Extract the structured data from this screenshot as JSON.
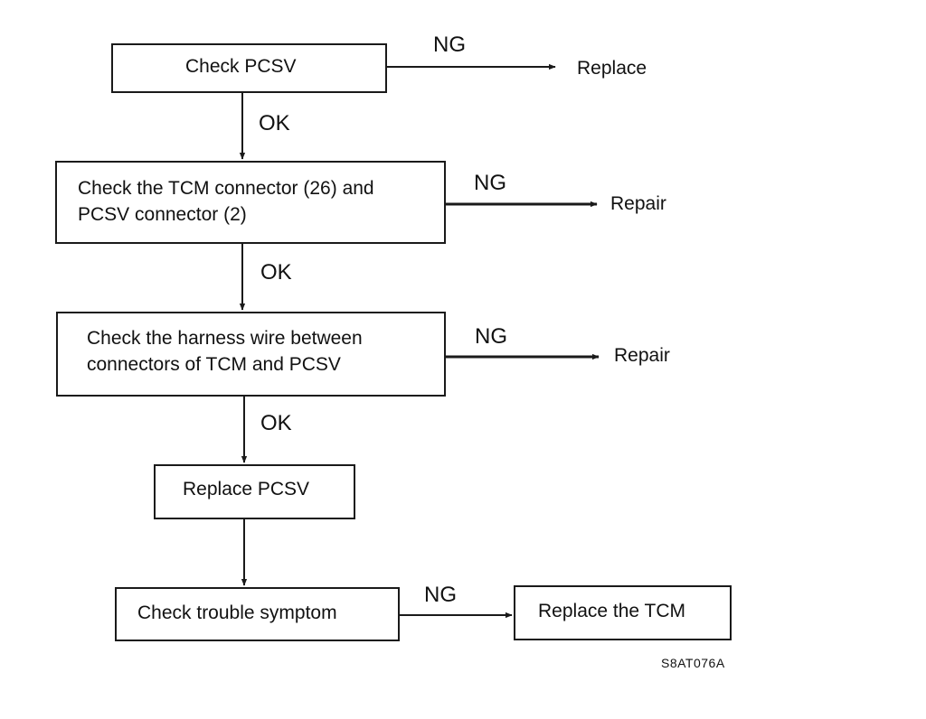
{
  "flowchart": {
    "nodes": {
      "check_pcsv": "Check PCSV",
      "check_connectors": [
        "Check the TCM connector (26) and",
        "PCSV connector (2)"
      ],
      "check_harness": [
        "Check the harness wire between",
        "connectors of TCM and PCSV"
      ],
      "replace_pcsv": "Replace PCSV",
      "check_symptom": "Check trouble symptom",
      "replace_tcm": "Replace the TCM"
    },
    "outcomes": {
      "replace": "Replace",
      "repair_1": "Repair",
      "repair_2": "Repair"
    },
    "edge_labels": {
      "ng_1": "NG",
      "ng_2": "NG",
      "ng_3": "NG",
      "ng_4": "NG",
      "ok_1": "OK",
      "ok_2": "OK",
      "ok_3": "OK"
    },
    "figure_code": "S8AT076A"
  }
}
